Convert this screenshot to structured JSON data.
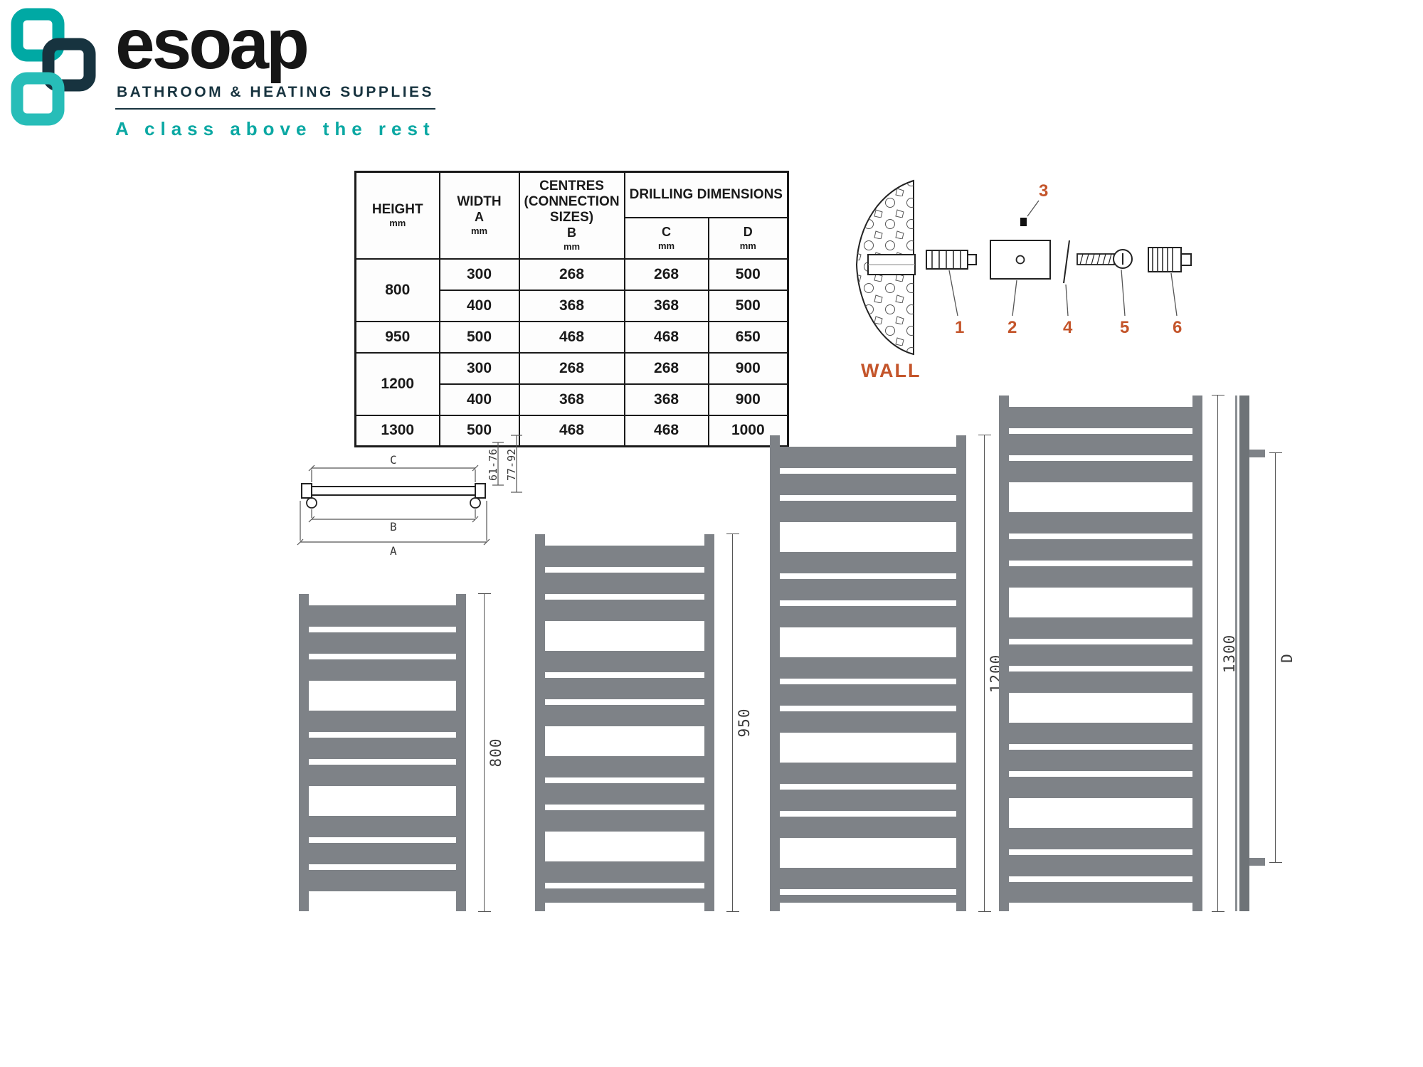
{
  "brand": {
    "name": "esoap",
    "subtitle": "BATHROOM & HEATING SUPPLIES",
    "tagline": "A class above the rest",
    "accent_teal": "#0AA8A3",
    "dark_navy": "#17333F"
  },
  "spec_table": {
    "col_headers": {
      "height_title": "HEIGHT",
      "height_unit": "mm",
      "width_title": "WIDTH",
      "width_sub": "A",
      "width_unit": "mm",
      "centres_title": "CENTRES (CONNECTION SIZES)",
      "centres_sub": "B",
      "centres_unit": "mm",
      "drilling_title": "DRILLING DIMENSIONS",
      "c_title": "C",
      "c_unit": "mm",
      "d_title": "D",
      "d_unit": "mm"
    },
    "height_groups": [
      {
        "label": "800",
        "span": 2
      },
      {
        "label": "950",
        "span": 1
      },
      {
        "label": "1200",
        "span": 2
      },
      {
        "label": "1300",
        "span": 1
      }
    ],
    "rows": [
      {
        "width": "300",
        "centres": "268",
        "c": "268",
        "d": "500"
      },
      {
        "width": "400",
        "centres": "368",
        "c": "368",
        "d": "500"
      },
      {
        "width": "500",
        "centres": "468",
        "c": "468",
        "d": "650"
      },
      {
        "width": "300",
        "centres": "268",
        "c": "268",
        "d": "900"
      },
      {
        "width": "400",
        "centres": "368",
        "c": "368",
        "d": "900"
      },
      {
        "width": "500",
        "centres": "468",
        "c": "468",
        "d": "1000"
      }
    ]
  },
  "wall_diagram": {
    "label": "WALL",
    "parts": [
      "1",
      "2",
      "3",
      "4",
      "5",
      "6"
    ],
    "number_color": "#C4552B"
  },
  "bracket_drawing": {
    "dim_c": "C",
    "dim_b": "B",
    "dim_a": "A",
    "dim_v1": "61-76",
    "dim_v2": "77-92"
  },
  "radiators": [
    {
      "height_label": "800"
    },
    {
      "height_label": "950"
    },
    {
      "height_label": "1200"
    },
    {
      "height_label": "1300"
    }
  ],
  "side_view": {
    "dim_label": "D"
  }
}
